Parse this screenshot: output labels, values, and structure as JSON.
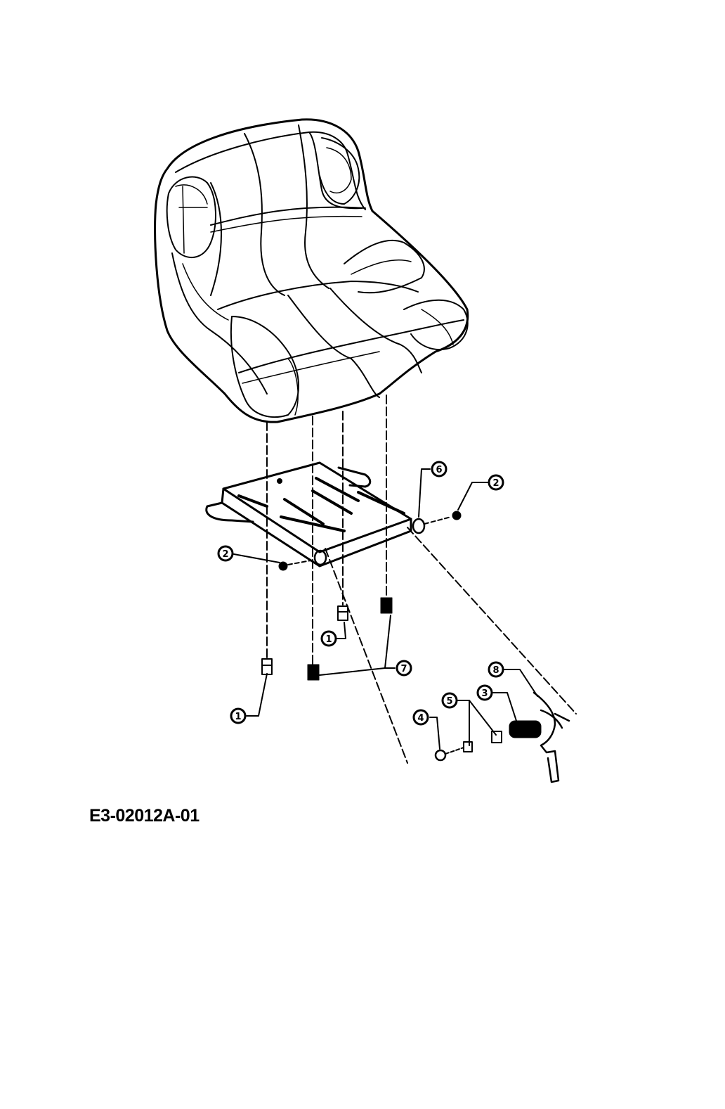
{
  "drawing_code": "E3-02012A-01",
  "parts": [
    {
      "callout": "1",
      "name": "screw-front"
    },
    {
      "callout": "1",
      "name": "screw-rear"
    },
    {
      "callout": "2",
      "name": "nut-left"
    },
    {
      "callout": "2",
      "name": "nut-right"
    },
    {
      "callout": "3",
      "name": "spring"
    },
    {
      "callout": "4",
      "name": "washer"
    },
    {
      "callout": "5",
      "name": "bolt"
    },
    {
      "callout": "6",
      "name": "seat-plate-bracket"
    },
    {
      "callout": "7",
      "name": "knob-bolt"
    },
    {
      "callout": "8",
      "name": "adjust-lever"
    }
  ],
  "colors": {
    "line": "#000000",
    "background": "#ffffff"
  }
}
